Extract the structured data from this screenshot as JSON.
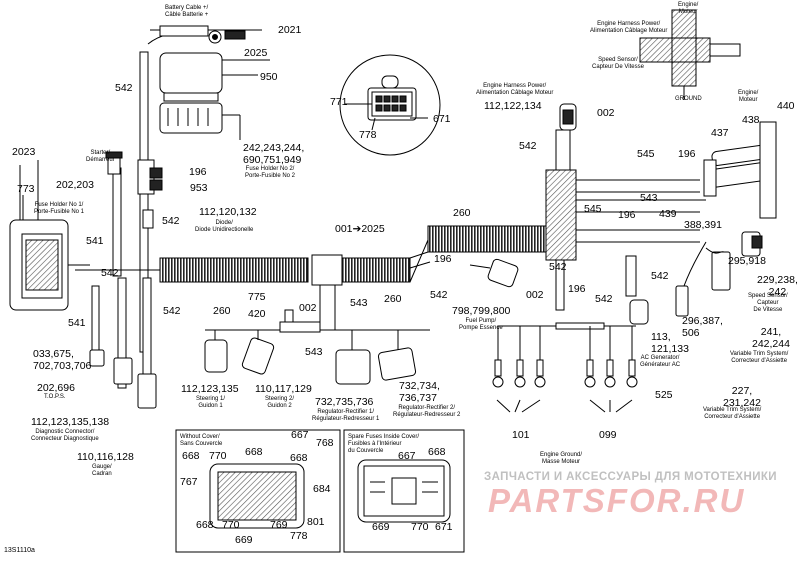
{
  "doc_id": "13S1110a",
  "watermark": {
    "line": "ЗАПЧАСТИ И АКСЕССУАРЫ ДЛЯ МОТОТЕХНИКИ",
    "brand": "PARTSFOR.RU"
  },
  "labels": {
    "battery_cable": "Battery Cable +/\nCâble Batterie +",
    "engine_harness_power_top": "Engine Harness Power/\nAlimentation Câblage Moteur",
    "engine_moteur_top": "Engine/\nMoteur",
    "speed_sensor_top": "Speed Sensor/\nCapteur De Vitesse",
    "ground": "GROUND",
    "engine_moteur_right": "Engine/\nMoteur",
    "engine_harness_power_mid": "Engine Harness Power/\nAlimentation Câblage Moteur",
    "starter": "Starter/\nDémarreur",
    "fuse_holder_2": "Fuse Holder No 2/\nPorte-Fusible No 2",
    "fuse_holder_1": "Fuse Holder No 1/\nPorte-Fusible No 1",
    "diode": "Diode/\nDiode Unidirectionelle",
    "fuel_pump": "Fuel Pump/\nPompe Essence",
    "tops": "T.O.P.S.",
    "diagnostic": "Diagnostic Connector/\nConnecteur Diagnostique",
    "gauge": "Gauge/\nCadran",
    "steering1": "Steering 1/\nGuidon 1",
    "steering2": "Steering 2/\nGuidon 2",
    "regulator1": "Regulator-Rectifier 1/\nRégulateur-Redresseur 1",
    "regulator2": "Regulator-Rectifier 2/\nRégulateur-Redresseur 2",
    "ac_generator": "AC Generator/\nGénérateur AC",
    "engine_ground": "Engine Ground/\nMasse Moteur",
    "speed_sensor_right": "Speed Sensor/\nCapteur\nDe Vitesse",
    "trim_system_1": "Variable Trim System/\nCorrecteur d'Assiette",
    "trim_system_2": "Variable Trim System/\nCorrecteur d'Assiette",
    "without_cover": "Without Cover/\nSans Couvercle",
    "spare_fuses": "Spare Fuses Inside Cover/\nFusibles à l'Intérieur\ndu Couvercle"
  },
  "callouts": [
    "2021",
    "2025",
    "950",
    "542",
    "242,243,244,\n690,751,949",
    "771",
    "671",
    "778",
    "002",
    "440",
    "438",
    "437",
    "196",
    "545",
    "542",
    "2023",
    "773",
    "202,203",
    "196",
    "953",
    "112,120,132",
    "542",
    "541",
    "542",
    "260",
    "001➔2025",
    "196",
    "543",
    "545",
    "196",
    "439",
    "388,391",
    "295,918",
    "229,238,\n242",
    "542",
    "260",
    "775",
    "420",
    "002",
    "543",
    "260",
    "542",
    "798,799,800",
    "002",
    "196",
    "542",
    "543",
    "541",
    "542",
    "033,675,\n702,703,706",
    "202,696",
    "112,123,135,138",
    "110,116,128",
    "112,123,135",
    "110,117,129",
    "732,735,736",
    "732,734,\n736,737",
    "113,\n121,133",
    "296,387,\n506",
    "241,\n242,244",
    "227,\n231,242",
    "525",
    "101",
    "099",
    "668",
    "770",
    "668",
    "667",
    "768",
    "668",
    "767",
    "684",
    "668",
    "770",
    "769",
    "801",
    "669",
    "778",
    "667",
    "668",
    "669",
    "770",
    "671",
    "112,122,134",
    "542"
  ]
}
